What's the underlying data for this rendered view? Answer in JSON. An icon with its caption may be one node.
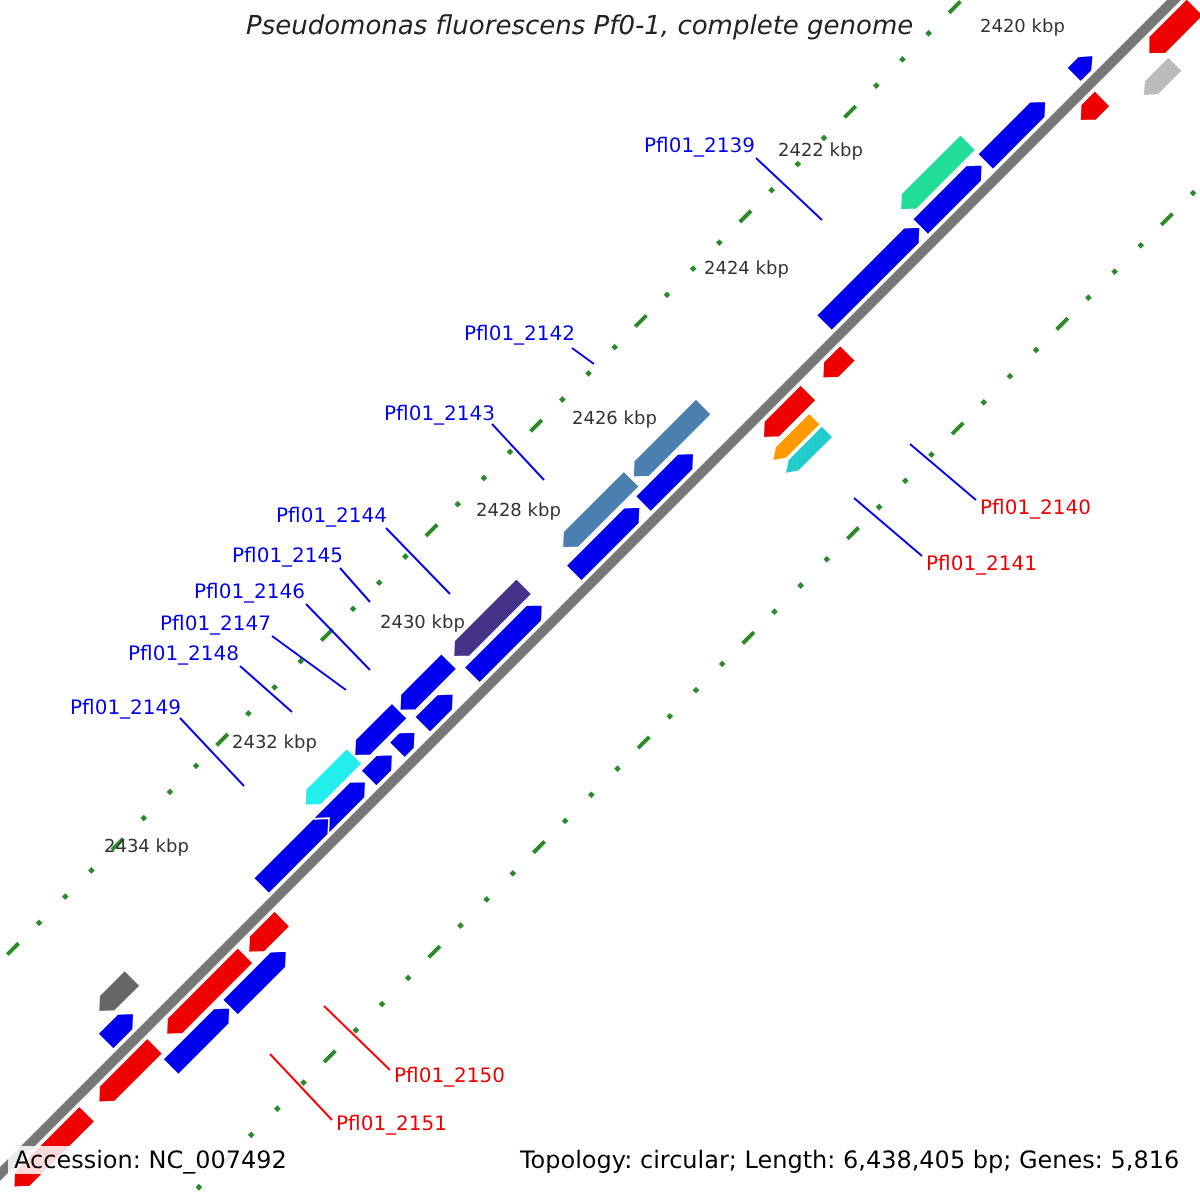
{
  "diagram": {
    "title": "Pseudomonas fluorescens Pf0-1, complete genome",
    "nodes": [
      {
        "text": [
          "Pfl01_2139"
        ]
      },
      {
        "text": [
          "Pfl01_2140"
        ]
      },
      {
        "text": [
          "Pfl01_2141"
        ]
      },
      {
        "text": [
          "Pfl01_2142"
        ]
      },
      {
        "text": [
          "Pfl01_2143"
        ]
      },
      {
        "text": [
          "Pfl01_2144"
        ]
      },
      {
        "text": [
          "Pfl01_2145"
        ]
      },
      {
        "text": [
          "Pfl01_2146"
        ]
      },
      {
        "text": [
          "Pfl01_2147"
        ]
      },
      {
        "text": [
          "Pfl01_2148"
        ]
      },
      {
        "text": [
          "Pfl01_2149"
        ]
      },
      {
        "text": [
          "Pfl01_2150"
        ]
      },
      {
        "text": [
          "Pfl01_2151"
        ]
      }
    ],
    "edges": [
      {
        "from": 0,
        "to": null,
        "arrow": "none"
      },
      {
        "from": 1,
        "to": null,
        "arrow": "none"
      },
      {
        "from": 2,
        "to": null,
        "arrow": "none"
      },
      {
        "from": 3,
        "to": null,
        "arrow": "none"
      },
      {
        "from": 4,
        "to": null,
        "arrow": "none"
      },
      {
        "from": 5,
        "to": null,
        "arrow": "none"
      },
      {
        "from": 6,
        "to": null,
        "arrow": "none"
      },
      {
        "from": 7,
        "to": null,
        "arrow": "none"
      },
      {
        "from": 8,
        "to": null,
        "arrow": "none"
      },
      {
        "from": 9,
        "to": null,
        "arrow": "none"
      },
      {
        "from": 10,
        "to": null,
        "arrow": "none"
      },
      {
        "from": 11,
        "to": null,
        "arrow": "none",
        "color": "#ff0000"
      },
      {
        "from": 12,
        "to": null,
        "arrow": "none",
        "color": "#ff0000"
      }
    ],
    "labels": [
      "2420 kbp",
      "2422 kbp",
      "2424 kbp",
      "2426 kbp",
      "2428 kbp",
      "2430 kbp",
      "2432 kbp",
      "2434 kbp",
      "Accession: NC_007492",
      "Topology: circular; Length: 6,438,405 bp; Genes: 5,816"
    ]
  }
}
